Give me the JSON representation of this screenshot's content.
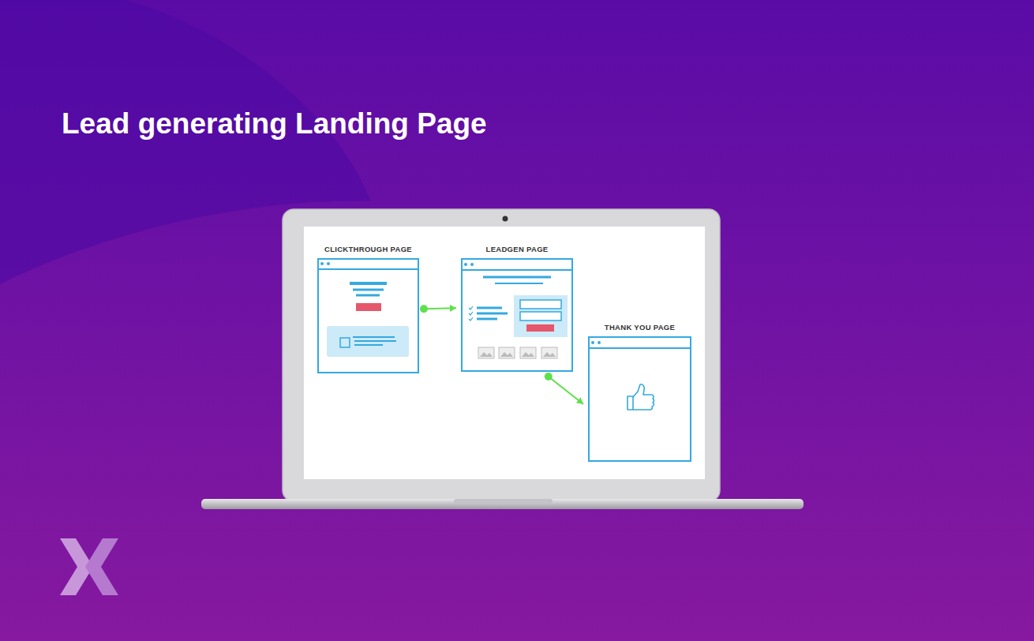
{
  "diagram": {
    "title": "Lead generating Landing Page",
    "nodes": [
      {
        "text": [
          "CLICKTHROUGH PAGE"
        ]
      },
      {
        "text": [
          "LEADGEN PAGE"
        ]
      },
      {
        "text": [
          "THANK YOU PAGE"
        ]
      }
    ],
    "edges": [
      {
        "from": 0,
        "to": 1,
        "arrow": "to"
      },
      {
        "from": 1,
        "to": 2,
        "arrow": "to"
      }
    ]
  }
}
